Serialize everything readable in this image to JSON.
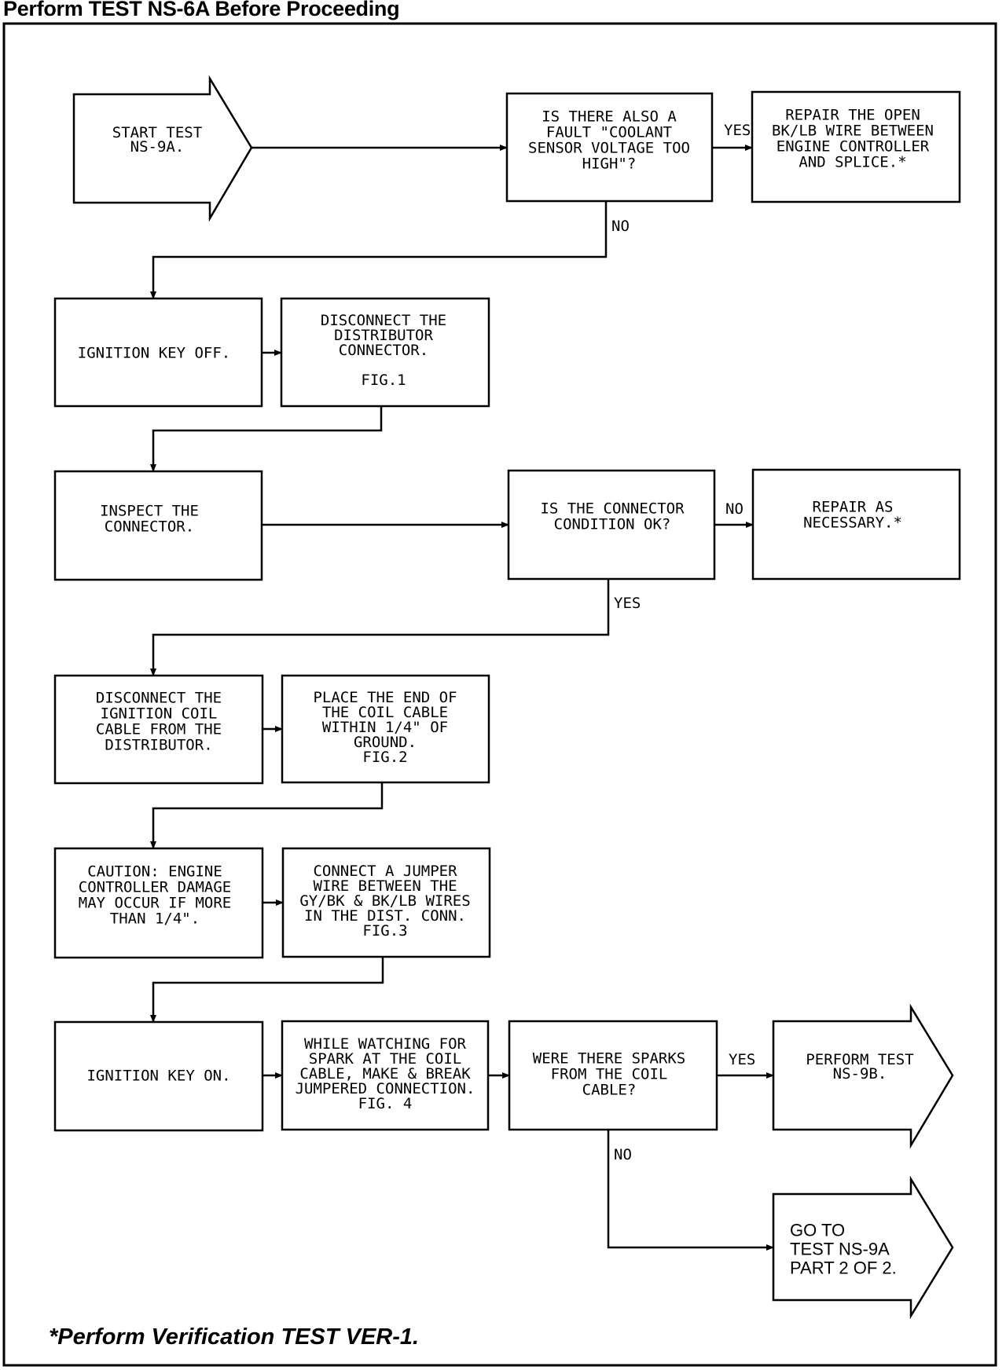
{
  "header": {
    "title": "Perform TEST NS-6A Before Proceeding"
  },
  "footer": {
    "note": "*Perform Verification TEST VER-1."
  },
  "nodes": {
    "start": [
      "START TEST",
      "NS-9A."
    ],
    "q_coolant": [
      "IS THERE ALSO A",
      "FAULT \"COOLANT",
      "SENSOR VOLTAGE TOO",
      "HIGH\"?"
    ],
    "repair_open": [
      "REPAIR THE OPEN",
      "BK/LB WIRE BETWEEN",
      "ENGINE CONTROLLER",
      "AND SPLICE.*"
    ],
    "key_off": [
      "IGNITION KEY OFF."
    ],
    "disconnect_dist": [
      "DISCONNECT THE",
      "DISTRIBUTOR",
      "CONNECTOR.",
      "",
      "FIG.1"
    ],
    "inspect": [
      "INSPECT THE",
      "CONNECTOR."
    ],
    "q_condition": [
      "IS THE CONNECTOR",
      "CONDITION OK?"
    ],
    "repair_nec": [
      "REPAIR AS",
      "NECESSARY.*"
    ],
    "disconnect_coil": [
      "DISCONNECT THE",
      "IGNITION COIL",
      "CABLE FROM THE",
      "DISTRIBUTOR."
    ],
    "place_end": [
      "PLACE THE END OF",
      "THE COIL CABLE",
      "WITHIN 1/4\" OF",
      "GROUND.",
      "FIG.2"
    ],
    "caution": [
      "CAUTION: ENGINE",
      "CONTROLLER DAMAGE",
      "MAY OCCUR IF MORE",
      "THAN 1/4\"."
    ],
    "jumper": [
      "CONNECT A JUMPER",
      "WIRE BETWEEN THE",
      "GY/BK & BK/LB WIRES",
      "IN THE DIST. CONN.",
      "FIG.3"
    ],
    "key_on": [
      "IGNITION KEY ON."
    ],
    "watch": [
      "WHILE WATCHING FOR",
      "SPARK AT THE COIL",
      "CABLE, MAKE & BREAK",
      "JUMPERED CONNECTION.",
      "FIG. 4"
    ],
    "q_sparks": [
      "WERE THERE SPARKS",
      "FROM THE COIL",
      "CABLE?"
    ],
    "perform_9b": [
      "PERFORM TEST",
      "NS-9B."
    ],
    "goto_9a": [
      "GO TO",
      "TEST NS-9A",
      "PART 2 OF 2."
    ]
  },
  "edge_labels": {
    "coolant_yes": "YES",
    "coolant_no": "NO",
    "condition_no": "NO",
    "condition_yes": "YES",
    "sparks_yes": "YES",
    "sparks_no": "NO"
  }
}
